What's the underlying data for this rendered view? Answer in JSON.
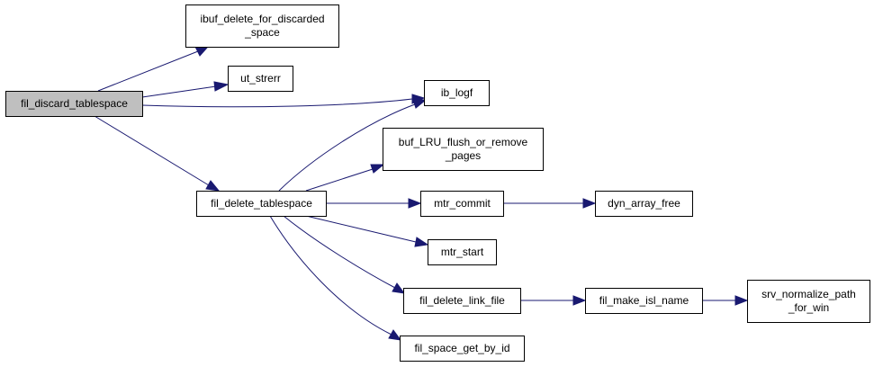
{
  "colors": {
    "node_fill": "#ffffff",
    "root_fill": "#bfbfbf",
    "node_border": "#000000",
    "edge": "#191970"
  },
  "nodes": [
    {
      "id": "fil_discard_tablespace",
      "lines": [
        "fil_discard_tablespace"
      ],
      "root": true
    },
    {
      "id": "ibuf_delete_for_discarded_space",
      "lines": [
        "ibuf_delete_for_discarded",
        "_space"
      ]
    },
    {
      "id": "ut_strerr",
      "lines": [
        "ut_strerr"
      ]
    },
    {
      "id": "ib_logf",
      "lines": [
        "ib_logf"
      ]
    },
    {
      "id": "fil_delete_tablespace",
      "lines": [
        "fil_delete_tablespace"
      ]
    },
    {
      "id": "buf_LRU_flush_or_remove_pages",
      "lines": [
        "buf_LRU_flush_or_remove",
        "_pages"
      ]
    },
    {
      "id": "mtr_commit",
      "lines": [
        "mtr_commit"
      ]
    },
    {
      "id": "dyn_array_free",
      "lines": [
        "dyn_array_free"
      ]
    },
    {
      "id": "mtr_start",
      "lines": [
        "mtr_start"
      ]
    },
    {
      "id": "fil_delete_link_file",
      "lines": [
        "fil_delete_link_file"
      ]
    },
    {
      "id": "fil_make_isl_name",
      "lines": [
        "fil_make_isl_name"
      ]
    },
    {
      "id": "srv_normalize_path_for_win",
      "lines": [
        "srv_normalize_path",
        "_for_win"
      ]
    },
    {
      "id": "fil_space_get_by_id",
      "lines": [
        "fil_space_get_by_id"
      ]
    }
  ],
  "edges": [
    {
      "from": "fil_discard_tablespace",
      "to": "ibuf_delete_for_discarded_space"
    },
    {
      "from": "fil_discard_tablespace",
      "to": "ut_strerr"
    },
    {
      "from": "fil_discard_tablespace",
      "to": "ib_logf"
    },
    {
      "from": "fil_discard_tablespace",
      "to": "fil_delete_tablespace"
    },
    {
      "from": "fil_delete_tablespace",
      "to": "ib_logf"
    },
    {
      "from": "fil_delete_tablespace",
      "to": "buf_LRU_flush_or_remove_pages"
    },
    {
      "from": "fil_delete_tablespace",
      "to": "mtr_commit"
    },
    {
      "from": "fil_delete_tablespace",
      "to": "mtr_start"
    },
    {
      "from": "fil_delete_tablespace",
      "to": "fil_delete_link_file"
    },
    {
      "from": "fil_delete_tablespace",
      "to": "fil_space_get_by_id"
    },
    {
      "from": "mtr_commit",
      "to": "dyn_array_free"
    },
    {
      "from": "fil_delete_link_file",
      "to": "fil_make_isl_name"
    },
    {
      "from": "fil_make_isl_name",
      "to": "srv_normalize_path_for_win"
    }
  ]
}
